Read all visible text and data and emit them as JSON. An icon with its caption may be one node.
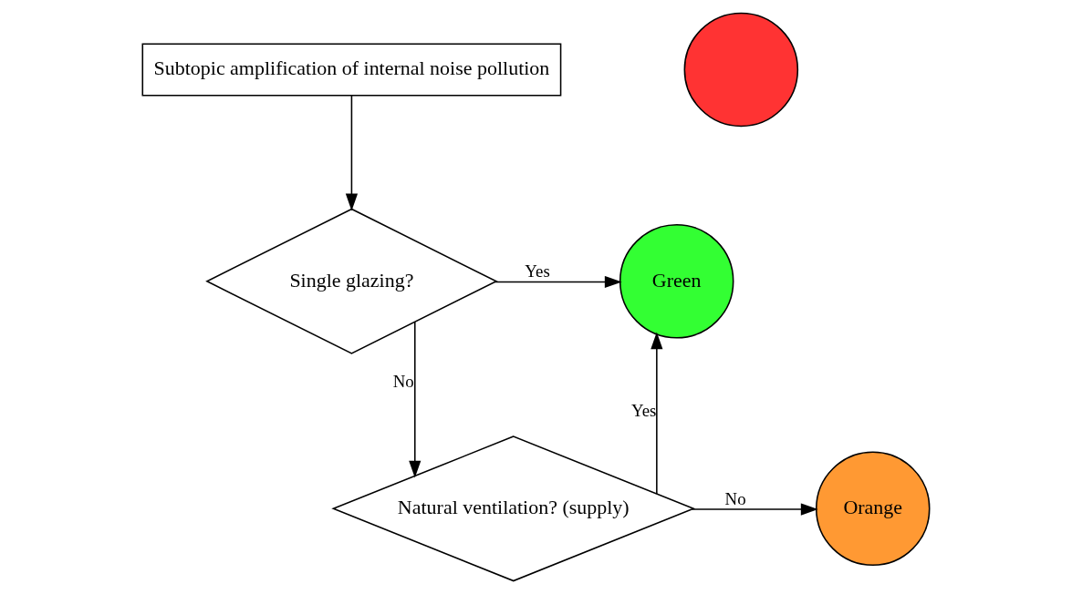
{
  "diagram": {
    "nodes": [
      {
        "text": [
          "Subtopic amplification of internal noise pollution"
        ]
      },
      {
        "text": [],
        "shape": "circle"
      },
      {
        "text": [
          "Single glazing?"
        ]
      },
      {
        "text": [
          "Green"
        ]
      },
      {
        "text": [
          "Natural ventilation? (supply)"
        ]
      },
      {
        "text": [
          "Orange"
        ]
      }
    ],
    "edges": [
      {
        "from": 0,
        "to": 2,
        "arrow": "to"
      },
      {
        "from": 2,
        "to": 3,
        "arrow": "to",
        "label": "Yes"
      },
      {
        "from": 2,
        "to": 4,
        "arrow": "to",
        "label": "No"
      },
      {
        "from": 4,
        "to": 3,
        "arrow": "to",
        "label": "Yes"
      },
      {
        "from": 4,
        "to": 5,
        "arrow": "to",
        "label": "No"
      }
    ]
  }
}
